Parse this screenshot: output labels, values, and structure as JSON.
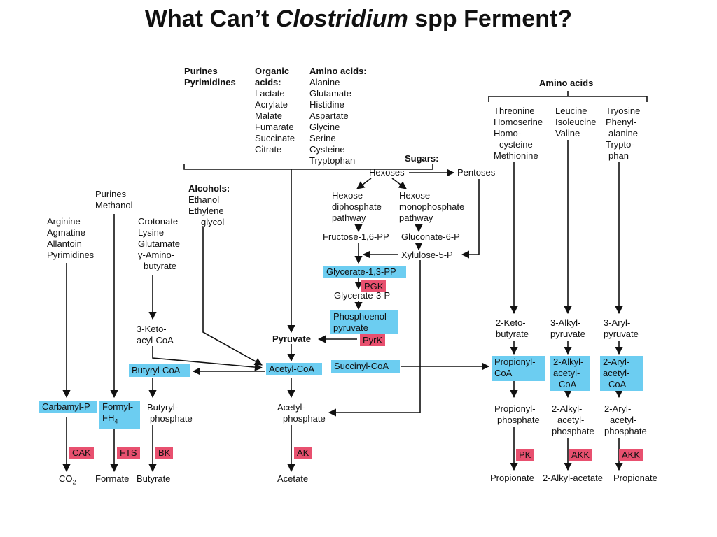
{
  "title": {
    "pre": "What Can’t ",
    "italic": "Clostridium",
    "post": " spp Ferment?"
  },
  "top_groups": {
    "purines": [
      "Purines",
      "Pyrimidines"
    ],
    "organic_header": [
      "Organic",
      "acids:"
    ],
    "organic": [
      "Lactate",
      "Acrylate",
      "Malate",
      "Fumarate",
      "Succinate",
      "Citrate"
    ],
    "amino_header": "Amino acids:",
    "amino": [
      "Alanine",
      "Glutamate",
      "Histidine",
      "Aspartate",
      "Glycine",
      "Serine",
      "Cysteine",
      "Tryptophan"
    ]
  },
  "sugars": {
    "header": "Sugars:",
    "hexoses": "Hexoses",
    "pentoses": "Pentoses",
    "hdp": [
      "Hexose",
      "diphosphate",
      "pathway"
    ],
    "hmp": [
      "Hexose",
      "monophosphate",
      "pathway"
    ],
    "fructose": "Fructose-1,6-PP",
    "gluconate": "Gluconate-6-P",
    "xylulose": "Xylulose-5-P",
    "glycerate13": "Glycerate-1,3-PP",
    "pgk": "PGK",
    "glycerate3": "Glycerate-3-P",
    "pep": [
      "Phosphoenol-",
      "pyruvate"
    ],
    "pyrk": "PyrK"
  },
  "right_amino": {
    "header": "Amino acids",
    "col1": [
      "Threonine",
      "Homoserine",
      "Homo-",
      "cysteine",
      "Methionine"
    ],
    "col2": [
      "Leucine",
      "Isoleucine",
      "Valine"
    ],
    "col3": [
      "Tryosine",
      "Phenyl-",
      "alanine",
      "Trypto-",
      "phan"
    ],
    "keto": [
      "2-Keto-",
      "butyrate"
    ],
    "alkylpyr": [
      "3-Alkyl-",
      "pyruvate"
    ],
    "arylpyr": [
      "3-Aryl-",
      "pyruvate"
    ],
    "propcoa": [
      "Propionyl-",
      "CoA"
    ],
    "alkylcoa": [
      "2-Alkyl-",
      "acetyl-",
      "CoA"
    ],
    "arylcoa": [
      "2-Aryl-",
      "acetyl-",
      "CoA"
    ],
    "propp": [
      "Propionyl-",
      "phosphate"
    ],
    "alkylp": [
      "2-Alkyl-",
      "acetyl-",
      "phosphate"
    ],
    "arylp": [
      "2-Aryl-",
      "acetyl-",
      "phosphate"
    ],
    "pk": "PK",
    "akk1": "AKK",
    "akk2": "AKK",
    "prod1": "Propionate",
    "prod2": "2-Alkyl-acetate",
    "prod3": "Propionate"
  },
  "left": {
    "arginine": [
      "Arginine",
      "Agmatine",
      "Allantoin",
      "Pyrimidines"
    ],
    "purmeth": [
      "Purines",
      "Methanol"
    ],
    "crotonate": [
      "Crotonate",
      "Lysine",
      "Glutamate",
      "γ-Amino-",
      "butyrate"
    ],
    "alcohols_header": "Alcohols:",
    "alcohols": [
      "Ethanol",
      "Ethylene",
      "glycol"
    ],
    "ketoacyl": [
      "3-Keto-",
      "acyl-CoA"
    ],
    "pyruvate": "Pyruvate",
    "acetylcoa": "Acetyl-CoA",
    "succinylcoa": "Succinyl-CoA",
    "butyrylcoa": "Butyryl-CoA",
    "carbamyl": "Carbamyl-P",
    "formyl": "Formyl-",
    "formyl2": "FH",
    "formyl_sub": "4",
    "butyrylp": [
      "Butyryl-",
      "phosphate"
    ],
    "acetylp": [
      "Acetyl-",
      "phosphate"
    ],
    "cak": "CAK",
    "fts": "FTS",
    "bk": "BK",
    "ak": "AK",
    "co2": "CO",
    "co2_sub": "2",
    "formate": "Formate",
    "butyrate": "Butyrate",
    "acetate": "Acetate"
  }
}
